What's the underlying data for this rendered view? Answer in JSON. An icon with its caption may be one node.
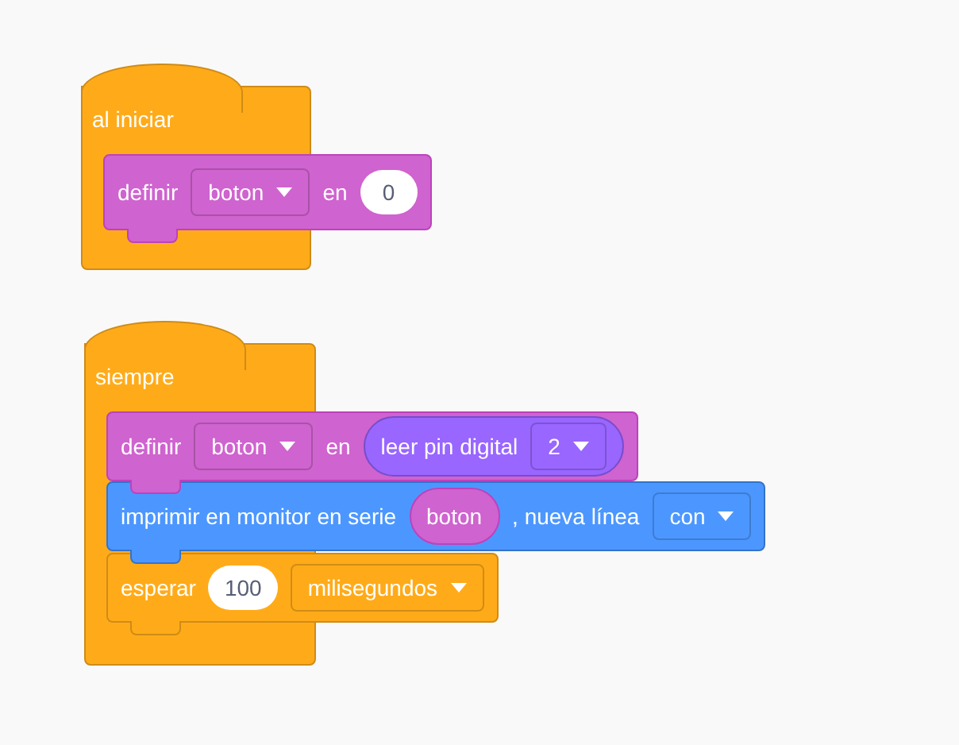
{
  "diagram": {
    "nodes": [
      {
        "text": [
          "al iniciar"
        ]
      },
      {
        "text": [
          "definir",
          "en"
        ]
      },
      {
        "text": [
          "boton"
        ]
      },
      {
        "text": [
          "0"
        ],
        "in": 1
      },
      {
        "text": [
          "siempre"
        ]
      },
      {
        "text": [
          "definir",
          "en"
        ]
      },
      {
        "text": [
          "boton"
        ]
      },
      {
        "text": [
          "leer pin digital"
        ],
        "in": 5
      },
      {
        "text": [
          "2"
        ],
        "in": 7
      },
      {
        "text": [
          "imprimir en monitor en serie",
          ", nueva línea"
        ]
      },
      {
        "text": [
          "boton"
        ],
        "in": 9
      },
      {
        "text": [
          "con"
        ],
        "in": 9
      },
      {
        "text": [
          "esperar"
        ]
      },
      {
        "text": [
          "100"
        ]
      },
      {
        "text": [
          "milisegundos"
        ],
        "in": 12
      }
    ]
  }
}
